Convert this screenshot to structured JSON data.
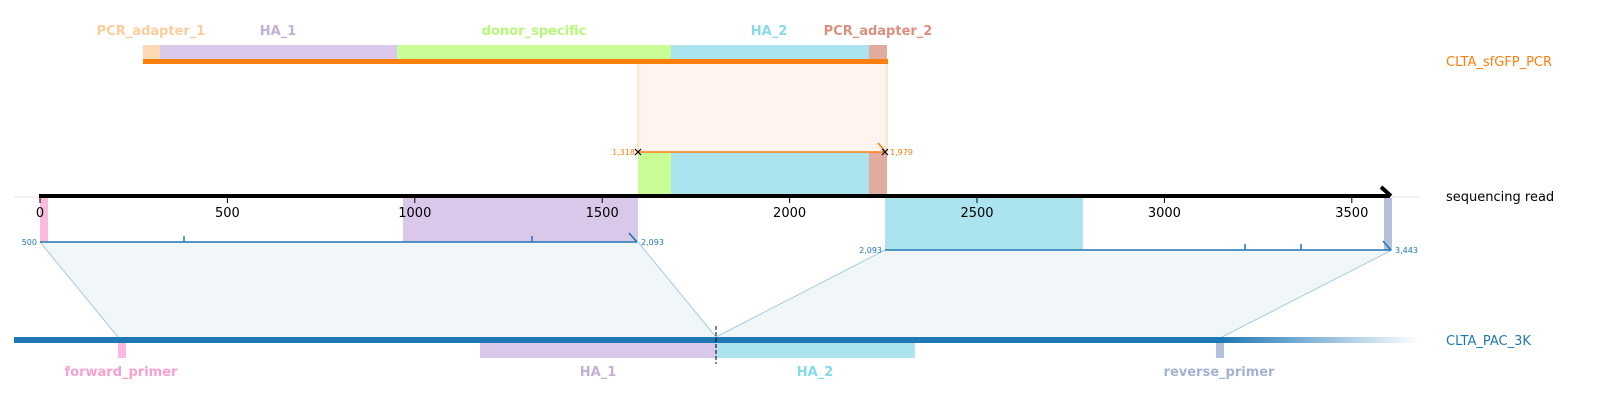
{
  "colors": {
    "pcr_orange": "#ff7f0e",
    "pac_blue": "#1f77b4",
    "feature_pcr_adapter": "#fdd9b5",
    "feature_pcr_adapter_2": "#e1ab9f",
    "feature_ha1": "#d9c8ea",
    "feature_donor": "#c9fe97",
    "feature_ha2": "#abe4ee",
    "feature_forward_primer": "#fbb9de",
    "feature_reverse_primer": "#b3c1de",
    "label_pcr_adapter_1": "#fdcc9c",
    "label_ha1": "#c5b0d5",
    "label_donor": "#b7f77a",
    "label_ha2": "#84dbeb",
    "label_pcr_adapter_2": "#d9917e",
    "label_forward_primer": "#f7a1d2",
    "label_reverse_primer": "#a3b2d3"
  },
  "top_reference": {
    "name": "CLTA_sfGFP_PCR",
    "features": [
      {
        "label": "PCR_adapter_1",
        "color_key": "feature_pcr_adapter",
        "label_color_key": "label_pcr_adapter_1"
      },
      {
        "label": "HA_1",
        "color_key": "feature_ha1",
        "label_color_key": "label_ha1"
      },
      {
        "label": "donor_specific",
        "color_key": "feature_donor",
        "label_color_key": "label_donor"
      },
      {
        "label": "HA_2",
        "color_key": "feature_ha2",
        "label_color_key": "label_ha2"
      },
      {
        "label": "PCR_adapter_2",
        "color_key": "feature_pcr_adapter_2",
        "label_color_key": "label_pcr_adapter_2"
      }
    ]
  },
  "read": {
    "name": "sequencing read",
    "ticks": [
      {
        "value": 0,
        "label": "0"
      },
      {
        "value": 500,
        "label": "500"
      },
      {
        "value": 1000,
        "label": "1000"
      },
      {
        "value": 1500,
        "label": "1500"
      },
      {
        "value": 2000,
        "label": "2000"
      },
      {
        "value": 2500,
        "label": "2500"
      },
      {
        "value": 3000,
        "label": "3000"
      },
      {
        "value": 3500,
        "label": "3500"
      }
    ],
    "max": 3600
  },
  "alignments": {
    "pcr_alignment": {
      "start_label": "1,318",
      "end_label": "1,979"
    },
    "pac_alignment_1": {
      "start_label": "500",
      "end_label": "2,093"
    },
    "pac_alignment_2": {
      "start_label": "2,093",
      "end_label": "3,443"
    }
  },
  "bottom_reference": {
    "name": "CLTA_PAC_3K",
    "features": [
      {
        "label": "forward_primer",
        "label_color_key": "label_forward_primer"
      },
      {
        "label": "HA_1",
        "label_color_key": "label_ha1"
      },
      {
        "label": "HA_2",
        "label_color_key": "label_ha2"
      },
      {
        "label": "reverse_primer",
        "label_color_key": "label_reverse_primer"
      }
    ]
  }
}
